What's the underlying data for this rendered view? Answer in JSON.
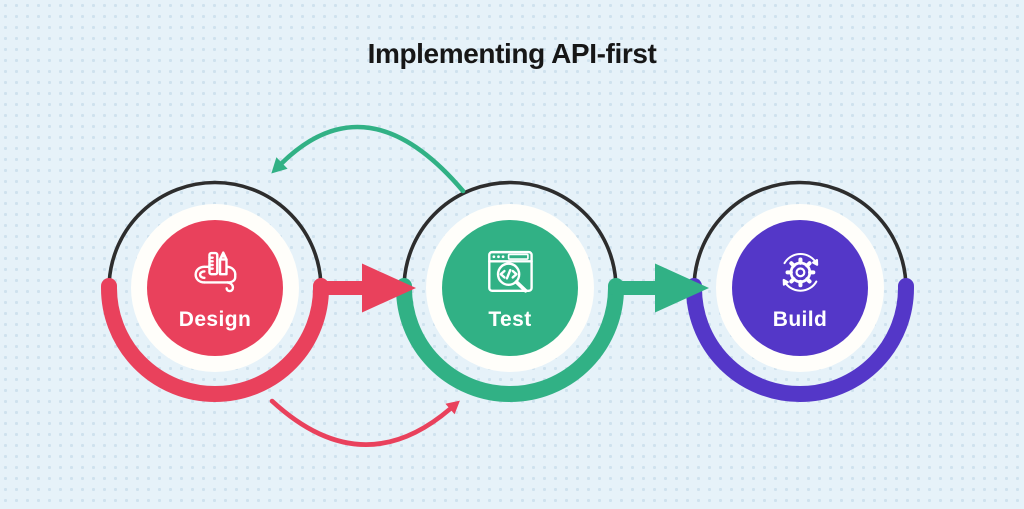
{
  "title": "Implementing API-first",
  "colors": {
    "background": "#e6f2f9",
    "dot": "#cfe2ee",
    "outline_dark": "#2d2d2d",
    "halo_white": "#fffefa",
    "icon_stroke": "#ffffff",
    "label_text": "#ffffff",
    "title_text": "#171717"
  },
  "nodes": [
    {
      "label": "Design",
      "color": "#e9415c",
      "icon": "blueprint-pencil-icon"
    },
    {
      "label": "Test",
      "color": "#31b185",
      "icon": "browser-code-search-icon"
    },
    {
      "label": "Build",
      "color": "#5437c8",
      "icon": "gear-cycle-icon"
    }
  ],
  "arrows": {
    "design_to_test": {
      "type": "block",
      "color": "#e9415c",
      "from": "Design",
      "to": "Test"
    },
    "test_to_build": {
      "type": "block",
      "color": "#31b185",
      "from": "Test",
      "to": "Build"
    },
    "feedback_top": {
      "type": "curved",
      "color": "#31b185",
      "from": "Test",
      "to": "Design"
    },
    "feedback_bottom": {
      "type": "curved",
      "color": "#e9415c",
      "from": "Design",
      "to": "Test"
    }
  }
}
